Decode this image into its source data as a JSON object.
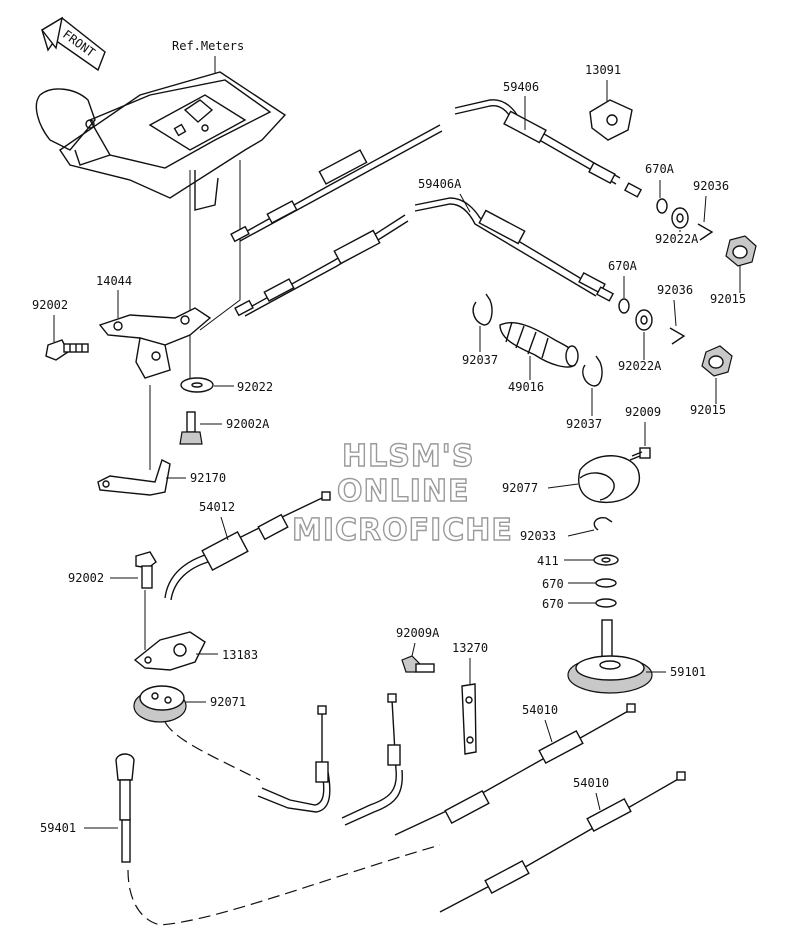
{
  "front_label": "FRONT",
  "ref_label": "Ref.Meters",
  "watermark": [
    "HLSM'S",
    "ONLINE",
    "MICROFICHE"
  ],
  "callouts": {
    "c59406": "59406",
    "c13091": "13091",
    "c59406A": "59406A",
    "c670A_1": "670A",
    "c92036_1": "92036",
    "c92022A_1": "92022A",
    "c92015_1": "92015",
    "c670A_2": "670A",
    "c92036_2": "92036",
    "c92022A_2": "92022A",
    "c92015_2": "92015",
    "c14044": "14044",
    "c92002_1": "92002",
    "c92022": "92022",
    "c92002A": "92002A",
    "c92037_1": "92037",
    "c49016": "49016",
    "c92037_2": "92037",
    "c92009": "92009",
    "c92170": "92170",
    "c54012": "54012",
    "c92077": "92077",
    "c92033": "92033",
    "c411": "411",
    "c670_1": "670",
    "c670_2": "670",
    "c92002_2": "92002",
    "c13183": "13183",
    "c92009A": "92009A",
    "c13270": "13270",
    "c59101": "59101",
    "c92071": "92071",
    "c54010_1": "54010",
    "c54010_2": "54010",
    "c59401": "59401"
  }
}
